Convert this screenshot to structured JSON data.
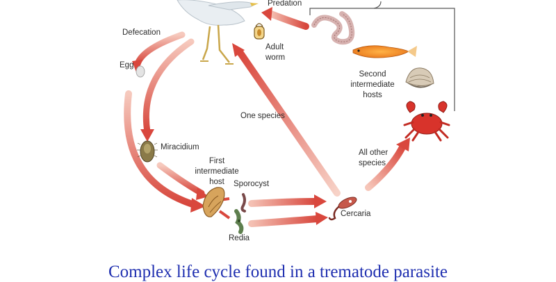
{
  "diagram": {
    "labels": {
      "predation": "Predation",
      "defecation": "Defecation",
      "egg": "Egg",
      "adult_worm": [
        "Adult",
        "worm"
      ],
      "second_intermediate_hosts": [
        "Second",
        "intermediate",
        "hosts"
      ],
      "one_species": "One species",
      "miracidium": "Miracidium",
      "first_intermediate_host": [
        "First",
        "intermediate",
        "host"
      ],
      "sporocyst": "Sporocyst",
      "all_other_species": [
        "All other",
        "species"
      ],
      "cercaria": "Cercaria",
      "redia": "Redia"
    },
    "icons": [
      "bird-icon",
      "adult-worm-icon",
      "egg-icon",
      "miracidium-icon",
      "snail-icon",
      "sporocyst-icon",
      "redia-icon",
      "cercaria-icon",
      "worm-host-icon",
      "fish-icon",
      "clam-icon",
      "crab-icon"
    ],
    "colors": {
      "arrow": "#d9534a",
      "arrow_light": "#f2b8a8",
      "caption": "#1f2fb0"
    }
  },
  "caption": "Complex life cycle found in a trematode parasite"
}
